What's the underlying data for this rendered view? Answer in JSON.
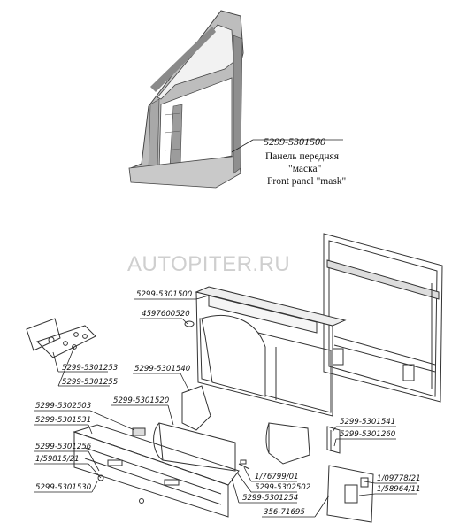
{
  "top_callout": {
    "part_number": "5299-5301500",
    "name_ru_line1": "Панель передняя",
    "name_ru_line2": "\"маска\"",
    "name_en": "Front panel \"mask\""
  },
  "watermark": "AUTOPITER.RU",
  "labels": {
    "l_5301500": "5299-5301500",
    "l_4597600520": "4597600520",
    "l_5301253": "5299-5301253",
    "l_5301255": "5299-5301255",
    "l_5301540": "5299-5301540",
    "l_5301520": "5299-5301520",
    "l_5302503": "5299-5302503",
    "l_5301531": "5299-5301531",
    "l_5301256": "5299-5301256",
    "l_59815": "1/59815/21",
    "l_5301530": "5299-5301530",
    "l_76799": "1/76799/01",
    "l_5302502": "5299-5302502",
    "l_5301254": "5299-5301254",
    "l_71695": "356-71695",
    "l_5301541": "5299-5301541",
    "l_5301260": "5299-5301260",
    "l_09778": "1/09778/21",
    "l_58964": "1/58964/11"
  }
}
